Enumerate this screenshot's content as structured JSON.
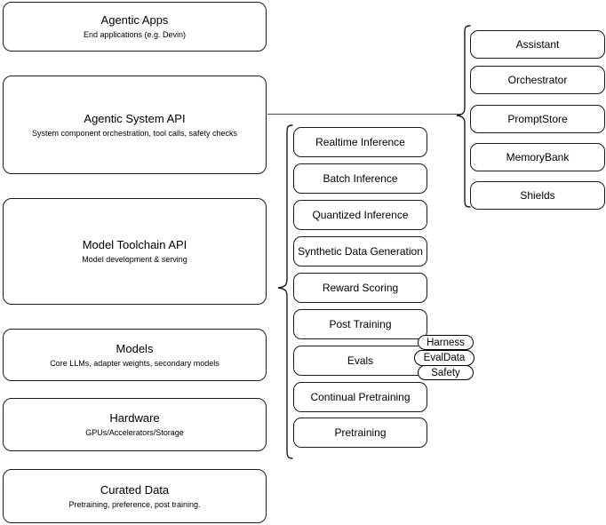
{
  "diagram": {
    "title": "Agentic AI stack layers",
    "stroke_color": "#1a1a1a",
    "connector_color": "#4a4a4a",
    "background_color": "#ffffff"
  },
  "layers": [
    {
      "id": "agentic-apps",
      "title": "Agentic Apps",
      "subtitle": "End applications (e.g. Devin)"
    },
    {
      "id": "agentic-system-api",
      "title": "Agentic System API",
      "subtitle": "System component orchestration, tool calls, safety checks"
    },
    {
      "id": "model-toolchain-api",
      "title": "Model Toolchain API",
      "subtitle": "Model development & serving"
    },
    {
      "id": "models",
      "title": "Models",
      "subtitle": "Core LLMs, adapter weights, secondary models"
    },
    {
      "id": "hardware",
      "title": "Hardware",
      "subtitle": "GPUs/Accelerators/Storage"
    },
    {
      "id": "curated-data",
      "title": "Curated Data",
      "subtitle": "Pretraining, preference, post training."
    }
  ],
  "agentic_system_components": [
    {
      "id": "assistant",
      "label": "Assistant"
    },
    {
      "id": "orchestrator",
      "label": "Orchestrator"
    },
    {
      "id": "promptstore",
      "label": "PromptStore"
    },
    {
      "id": "memorybank",
      "label": "MemoryBank"
    },
    {
      "id": "shields",
      "label": "Shields"
    }
  ],
  "model_toolchain_components": [
    {
      "id": "realtime-inference",
      "label": "Realtime Inference"
    },
    {
      "id": "batch-inference",
      "label": "Batch Inference"
    },
    {
      "id": "quantized-inference",
      "label": "Quantized Inference"
    },
    {
      "id": "synthetic-data-generation",
      "label": "Synthetic Data Generation"
    },
    {
      "id": "reward-scoring",
      "label": "Reward Scoring"
    },
    {
      "id": "post-training",
      "label": "Post Training"
    },
    {
      "id": "evals",
      "label": "Evals"
    },
    {
      "id": "continual-pretraining",
      "label": "Continual Pretraining"
    },
    {
      "id": "pretraining",
      "label": "Pretraining"
    }
  ],
  "evals_badges": [
    {
      "id": "harness",
      "label": "Harness"
    },
    {
      "id": "evaldata",
      "label": "EvalData"
    },
    {
      "id": "safety",
      "label": "Safety"
    }
  ]
}
